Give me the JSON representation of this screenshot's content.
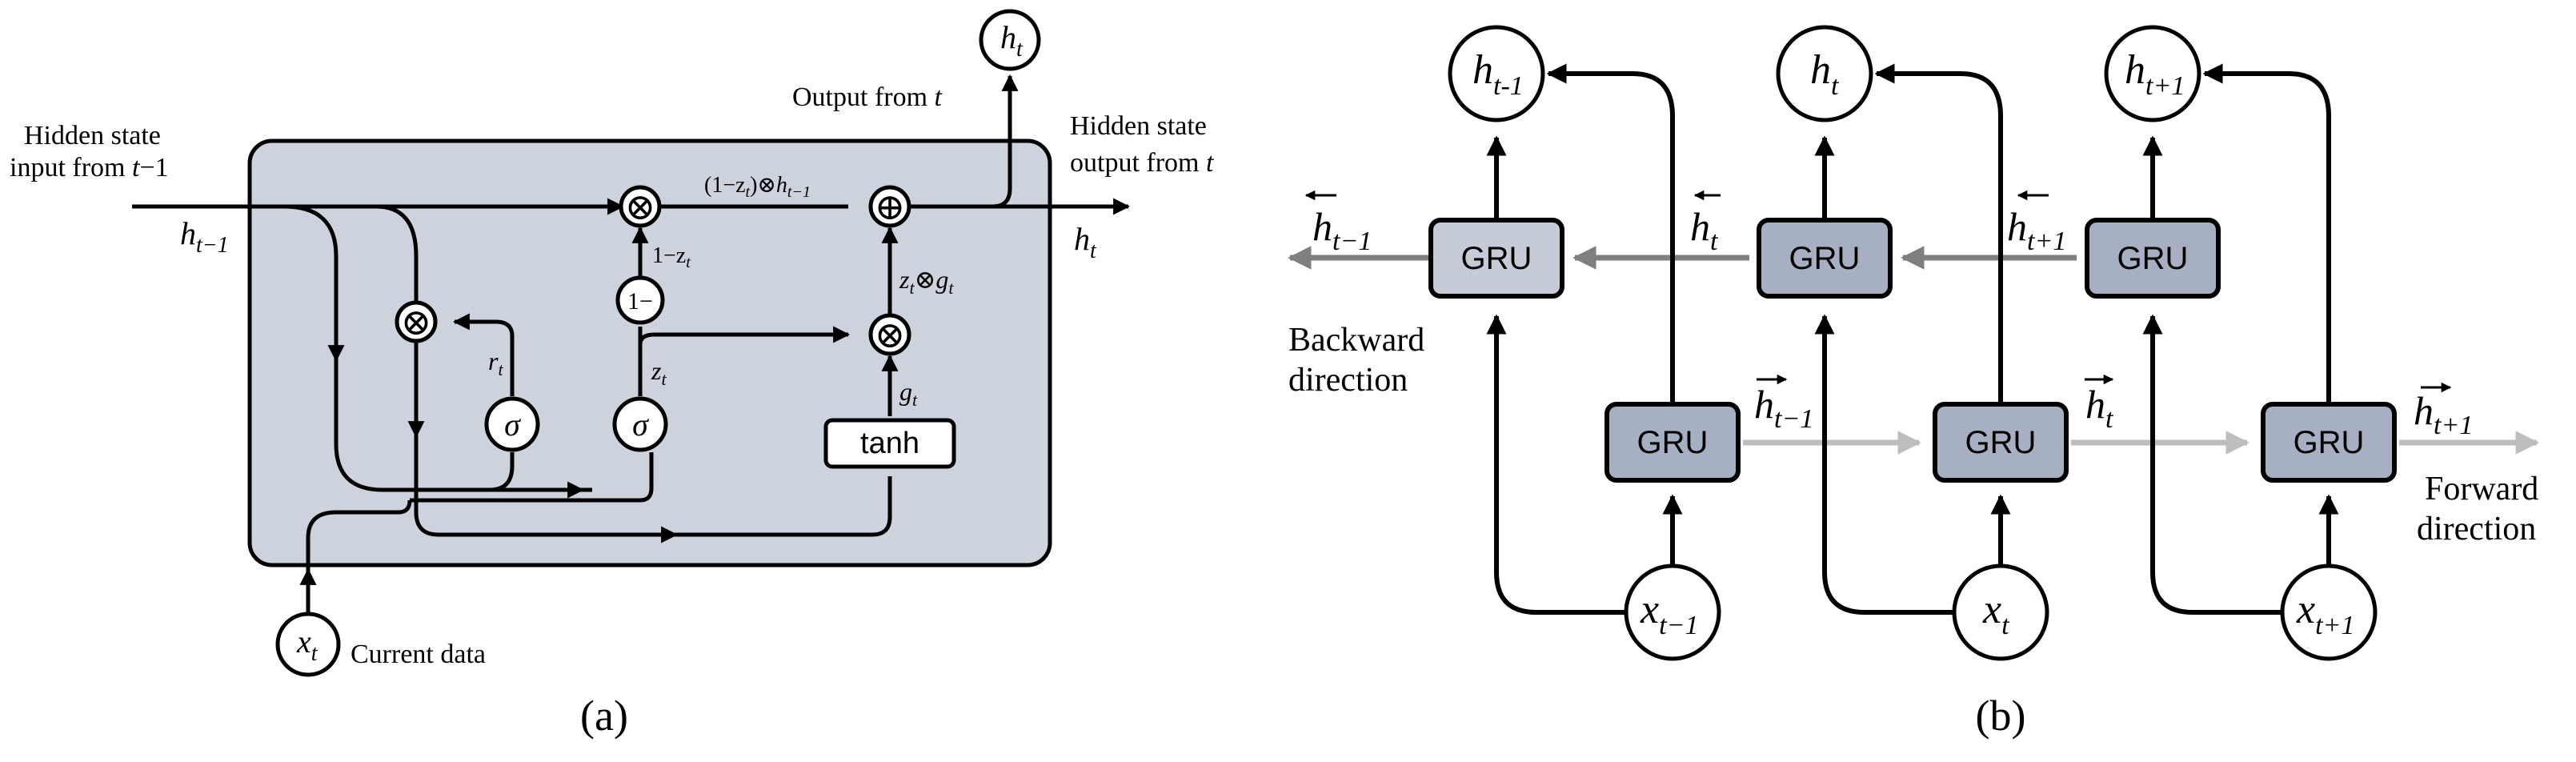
{
  "panel_a": {
    "caption": "(a)",
    "input_label_line1": "Hidden state",
    "input_label_line2": "input from",
    "input_label_t": "t",
    "input_label_rest": "−1",
    "h_prev": "h",
    "h_prev_sub": "t−1",
    "output_label_line1": "Hidden state",
    "output_label_line2": "output from",
    "output_label_t": "t",
    "output_from_t": "Output from",
    "output_from_t_var": "t",
    "h_out": "h",
    "h_out_sub": "t",
    "h_top": "h",
    "h_top_sub": "t",
    "x_in": "x",
    "x_in_sub": "t",
    "current_data": "Current data",
    "sigma": "σ",
    "tanh": "tanh",
    "one_minus": "1−",
    "r_t": "r",
    "r_t_sub": "t",
    "z_t": "z",
    "z_t_sub": "t",
    "g_t": "g",
    "g_t_sub": "t",
    "one_minus_z": "1−z",
    "one_minus_z_sub": "t",
    "term1_a": "(1−z",
    "term1_b": "t",
    "term1_c": ")⊗",
    "term1_d": "h",
    "term1_e": "t−1",
    "term2_a": "z",
    "term2_b": "t",
    "term2_c": "⊗",
    "term2_d": "g",
    "term2_e": "t",
    "otimes": "⊗",
    "oplus": "⊕"
  },
  "panel_b": {
    "caption": "(b)",
    "gru_label": "GRU",
    "backward_line1": "Backward",
    "backward_line2": "direction",
    "forward_line1": "Forward",
    "forward_line2": "direction",
    "outputs": [
      {
        "var": "h",
        "sub": "t-1"
      },
      {
        "var": "h",
        "sub": "t"
      },
      {
        "var": "h",
        "sub": "t+1"
      }
    ],
    "inputs": [
      {
        "var": "x",
        "sub": "t−1"
      },
      {
        "var": "x",
        "sub": "t"
      },
      {
        "var": "x",
        "sub": "t+1"
      }
    ],
    "backward_states": [
      {
        "var": "h",
        "sub": "t−1"
      },
      {
        "var": "h",
        "sub": "t"
      },
      {
        "var": "h",
        "sub": "t+1"
      }
    ],
    "forward_states": [
      {
        "var": "h",
        "sub": "t−1"
      },
      {
        "var": "h",
        "sub": "t"
      },
      {
        "var": "h",
        "sub": "t+1"
      }
    ]
  },
  "colors": {
    "panel_fill": "#cdd3dc",
    "gru_fill": "#a7b0c2",
    "gru_fill_light": "#c5ccd8",
    "backward_arrow": "#7f7f7f",
    "forward_arrow": "#bdbdbd"
  }
}
